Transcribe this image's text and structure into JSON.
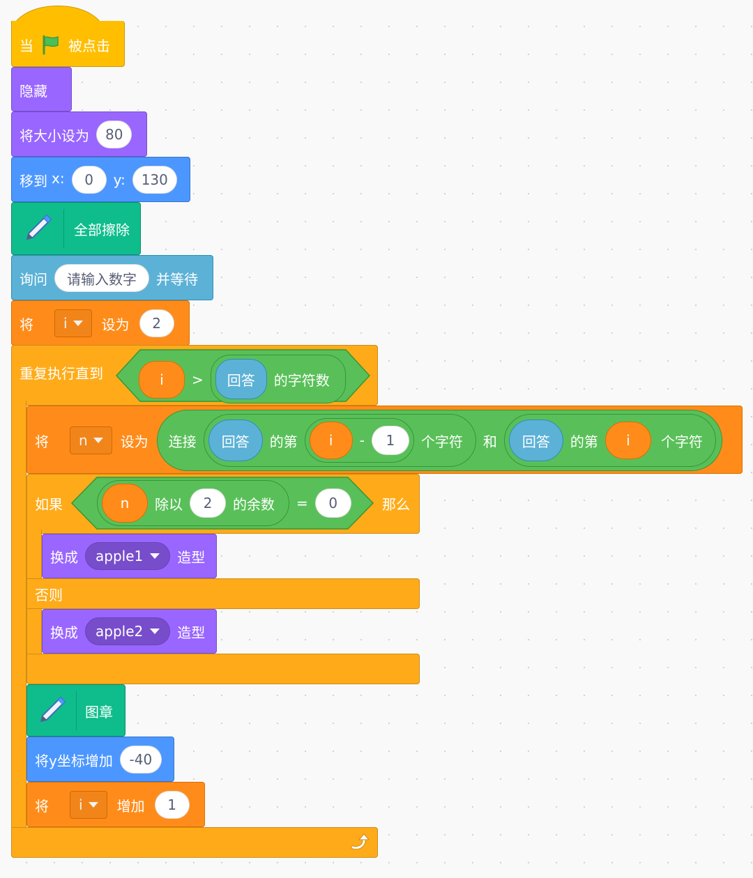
{
  "script": {
    "hat": {
      "label_when": "当",
      "label_clicked": "被点击",
      "flag_icon": "green-flag-icon"
    },
    "hide": {
      "label": "隐藏"
    },
    "set_size": {
      "label": "将大小设为",
      "value": "80"
    },
    "go_to": {
      "label": "移到",
      "x_label": "x:",
      "x_value": "0",
      "y_label": "y:",
      "y_value": "130"
    },
    "erase_all": {
      "label": "全部擦除",
      "icon": "pen-icon"
    },
    "ask": {
      "label": "询问",
      "prompt": "请输入数字",
      "suffix": "并等待"
    },
    "set_i": {
      "label": "将",
      "var": "i",
      "mid": "设为",
      "value": "2"
    },
    "repeat_until": {
      "label": "重复执行直到",
      "cond": {
        "left_var": "i",
        "op": ">",
        "answer": "回答",
        "suffix": "的字符数"
      }
    },
    "set_n": {
      "label": "将",
      "var": "n",
      "mid": "设为",
      "join": {
        "label": "连接",
        "left": {
          "answer": "回答",
          "of_label": "的第",
          "index_var": "i",
          "minus": "-",
          "minus_value": "1",
          "char_label": "个字符"
        },
        "and_label": "和",
        "right": {
          "answer": "回答",
          "of_label": "的第",
          "index_var": "i",
          "char_label": "个字符"
        }
      }
    },
    "if_else": {
      "if_label": "如果",
      "then_label": "那么",
      "else_label": "否则",
      "cond": {
        "var": "n",
        "mod_label": "除以",
        "mod_value": "2",
        "rem_label": "的余数",
        "eq": "=",
        "eq_value": "0"
      },
      "then_costume": {
        "label": "换成",
        "costume": "apple1",
        "suffix": "造型"
      },
      "else_costume": {
        "label": "换成",
        "costume": "apple2",
        "suffix": "造型"
      }
    },
    "stamp": {
      "label": "图章",
      "icon": "pen-icon"
    },
    "change_y": {
      "label": "将y坐标增加",
      "value": "-40"
    },
    "change_i": {
      "label": "将",
      "var": "i",
      "mid": "增加",
      "value": "1"
    },
    "loop_icon": "loop-arrow-icon"
  },
  "colors": {
    "events": "#ffbf00",
    "looks": "#9966ff",
    "motion": "#4c97ff",
    "pen": "#0fbd8c",
    "sensing": "#5cb1d6",
    "variables": "#ff8c1a",
    "control": "#ffab19",
    "operators": "#59c059"
  }
}
